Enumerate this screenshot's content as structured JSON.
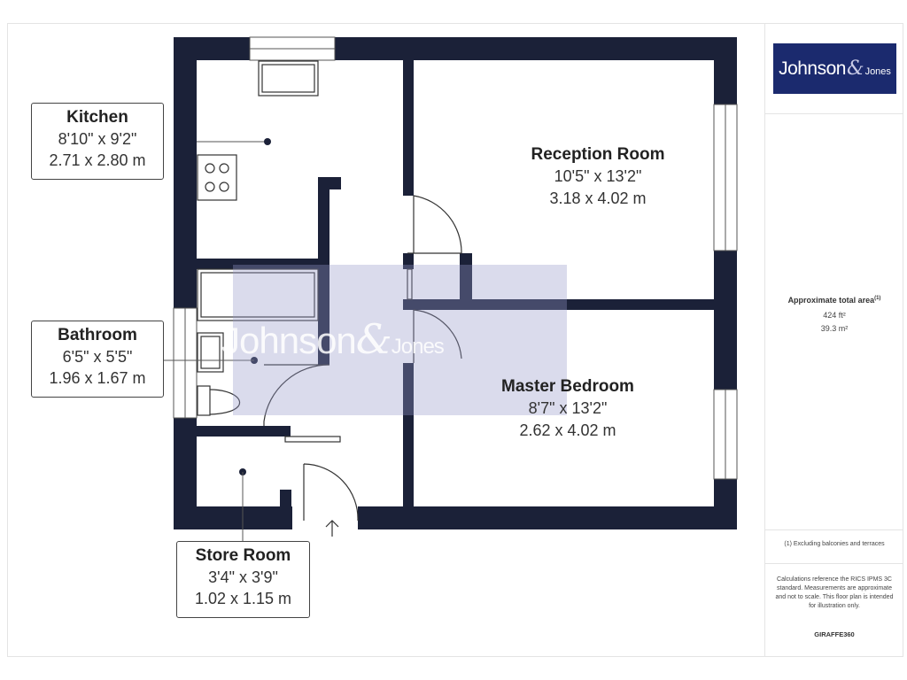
{
  "rooms": {
    "kitchen": {
      "name": "Kitchen",
      "imperial": "8'10\" x 9'2\"",
      "metric": "2.71 x 2.80 m"
    },
    "bathroom": {
      "name": "Bathroom",
      "imperial": "6'5\" x 5'5\"",
      "metric": "1.96 x 1.67 m"
    },
    "store_room": {
      "name": "Store Room",
      "imperial": "3'4\" x 3'9\"",
      "metric": "1.02 x 1.15 m"
    },
    "reception_room": {
      "name": "Reception Room",
      "imperial": "10'5\" x 13'2\"",
      "metric": "3.18 x 4.02 m"
    },
    "master_bedroom": {
      "name": "Master Bedroom",
      "imperial": "8'7\" x 13'2\"",
      "metric": "2.62 x 4.02 m"
    }
  },
  "logo": {
    "first": "Johnson",
    "amp": "&",
    "second": "Jones"
  },
  "watermark": {
    "first": "Johnson",
    "amp": "&",
    "second": "Jones"
  },
  "sidebar": {
    "area_title": "Approximate total area",
    "area_note_mark": "(1)",
    "area_ft": "424 ft²",
    "area_m": "39.3 m²",
    "exclusion_note": "(1) Excluding balconies and terraces",
    "disclaimer": "Calculations reference the RICS IPMS 3C standard. Measurements are approximate and not to scale. This floor plan is intended for illustration only.",
    "brand": "GIRAFFE360"
  },
  "colors": {
    "wall": "#1b2138",
    "logo_bg": "#1b2a6e",
    "watermark": "#9698c8"
  },
  "icons": [
    "sink-icon",
    "hob-icon",
    "bath-icon",
    "basin-icon",
    "toilet-icon",
    "entrance-arrow-icon"
  ]
}
